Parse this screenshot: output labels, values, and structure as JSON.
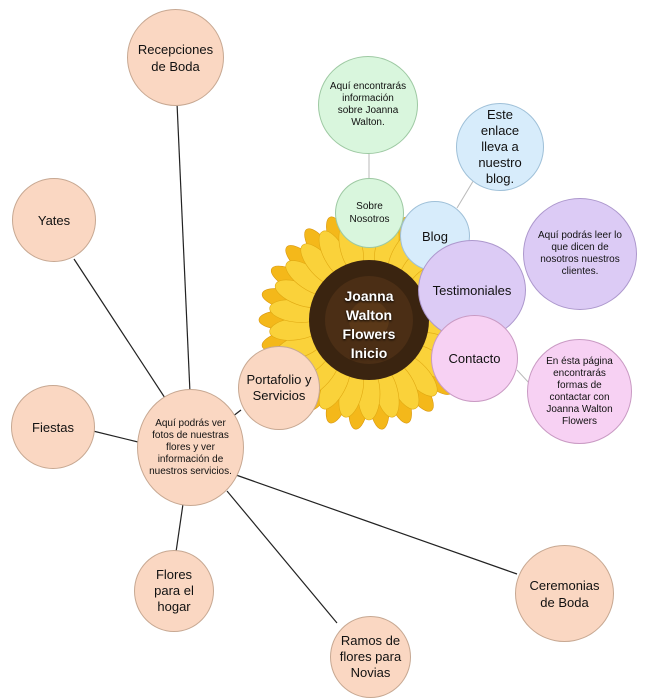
{
  "center": {
    "line1": "Joanna",
    "line2": "Walton",
    "line3": "Flowers",
    "line4": "Inicio"
  },
  "nodes": {
    "recepciones": "Recepciones de Boda",
    "yates": "Yates",
    "fiestas": "Fiestas",
    "flores_hogar": "Flores para el hogar",
    "ramos": "Ramos de flores para Novias",
    "ceremonias": "Ceremonias de Boda",
    "portafolio": "Portafolio y Servicios",
    "portafolio_desc": "Aquí podrás ver fotos de nuestras flores y ver información de nuestros servicios.",
    "sobre": "Sobre Nosotros",
    "sobre_desc": "Aquí encontrarás información sobre Joanna Walton.",
    "blog": "Blog",
    "blog_desc": "Este enlace lleva a nuestro blog.",
    "testimoniales": "Testimoniales",
    "testimoniales_desc": "Aquí podrás leer lo que dicen de nosotros nuestros clientes.",
    "contacto": "Contacto",
    "contacto_desc": "En ésta página encontrarás formas de contactar con Joanna Walton Flowers"
  },
  "colors": {
    "peach": "#fad7c2",
    "green": "#d9f6dd",
    "blue": "#d7ecfb",
    "lavender": "#dccbf5",
    "pink": "#f7d1f3",
    "sunflower_petal": "#f6c21b",
    "sunflower_center": "#3a2410"
  }
}
